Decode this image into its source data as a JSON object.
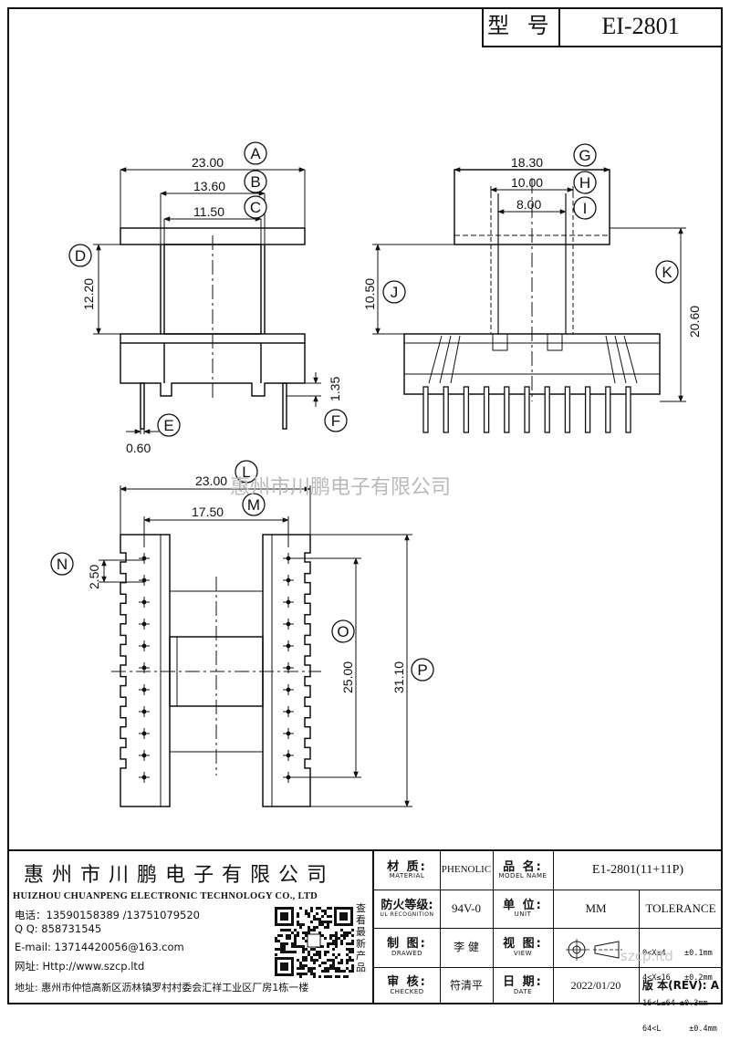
{
  "title_block": {
    "type_label": "型 号",
    "model": "EI-2801"
  },
  "dims": {
    "A": "23.00",
    "B": "13.60",
    "C": "11.50",
    "D": "12.20",
    "E": "0.60",
    "F": "1.35",
    "G": "18.30",
    "H": "10.00",
    "I": "8.00",
    "J": "10.50",
    "K": "20.60",
    "L": "23.00",
    "M": "17.50",
    "N": "2.50",
    "O": "25.00",
    "P": "31.10"
  },
  "labels": [
    "A",
    "B",
    "C",
    "D",
    "E",
    "F",
    "G",
    "H",
    "I",
    "J",
    "K",
    "L",
    "M",
    "N",
    "O",
    "P"
  ],
  "watermark": "惠州市川鹏电子有限公司",
  "footer": {
    "company_cn": "惠州市川鹏电子有限公司",
    "company_en": "HUIZHOU CHUANPENG ELECTRONIC TECHNOLOGY CO., LTD",
    "phone": "电话：13590158389 /13751079520",
    "qq": "Q Q:  858731545",
    "email": "E-mail: 13714420056@163.com",
    "website": "网址:  Http://www.szcp.ltd",
    "address": "地址: 惠州市仲恺高新区沥林镇罗村村委会汇祥工业区厂房1栋一楼",
    "qr_caption": "查看最新产品",
    "material_cn": "材 质:",
    "material_en": "MATERIAL",
    "material_val": "PHENOLIC",
    "name_cn": "品 名:",
    "name_en": "MODEL NAME",
    "name_val": "E1-2801(11+11P)",
    "ul_cn": "防火等级:",
    "ul_en": "UL RECOGNITION",
    "ul_val": "94V-0",
    "unit_cn": "单 位:",
    "unit_en": "UNIT",
    "unit_val": "MM",
    "tolerance": "TOLERANCE",
    "tol_lines": [
      "0<X≤4    ±0.1mm",
      "4<X≤16   ±0.2mm",
      "16<L≤64 ±0.3mm",
      "64<L      ±0.4mm"
    ],
    "drawn_cn": "制 图:",
    "drawn_en": "DRAWED",
    "drawn_val": "李 健",
    "view_cn": "视 图:",
    "view_en": "VIEW",
    "checked_cn": "审 核:",
    "checked_en": "CHECKED",
    "checked_val": "符清平",
    "date_cn": "日 期:",
    "date_en": "DATE",
    "date_val": "2022/01/20",
    "rev_label": "版 本(REV): A",
    "site_faint": "szcp.ltd"
  }
}
